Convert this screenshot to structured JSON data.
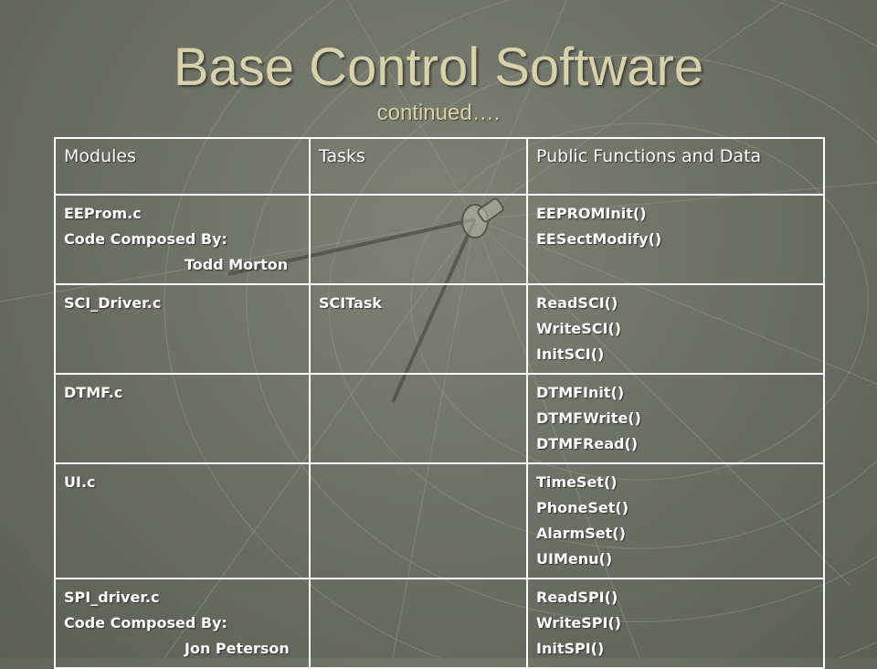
{
  "slide": {
    "title": "Base Control Software",
    "subtitle": "continued…."
  },
  "table": {
    "headers": [
      "Modules",
      "Tasks",
      "Public Functions and Data"
    ],
    "rows": [
      {
        "module": "EEProm.c",
        "composed_label": "Code Composed By:",
        "author": "Todd Morton",
        "task": "",
        "functions": [
          "EEPROMInit()",
          "EESectModify()"
        ]
      },
      {
        "module": "SCI_Driver.c",
        "task": "SCITask",
        "functions": [
          "ReadSCI()",
          "WriteSCI()",
          "InitSCI()"
        ]
      },
      {
        "module": "DTMF.c",
        "task": "",
        "functions": [
          "DTMFInit()",
          "DTMFWrite()",
          "DTMFRead()"
        ]
      },
      {
        "module": "UI.c",
        "task": "",
        "functions": [
          "TimeSet()",
          "PhoneSet()",
          "AlarmSet()",
          "UIMenu()"
        ]
      },
      {
        "module": "SPI_driver.c",
        "composed_label": "Code Composed By:",
        "author": "Jon Peterson",
        "task": "",
        "functions": [
          "ReadSPI()",
          "WriteSPI()",
          "InitSPI()"
        ]
      }
    ]
  }
}
